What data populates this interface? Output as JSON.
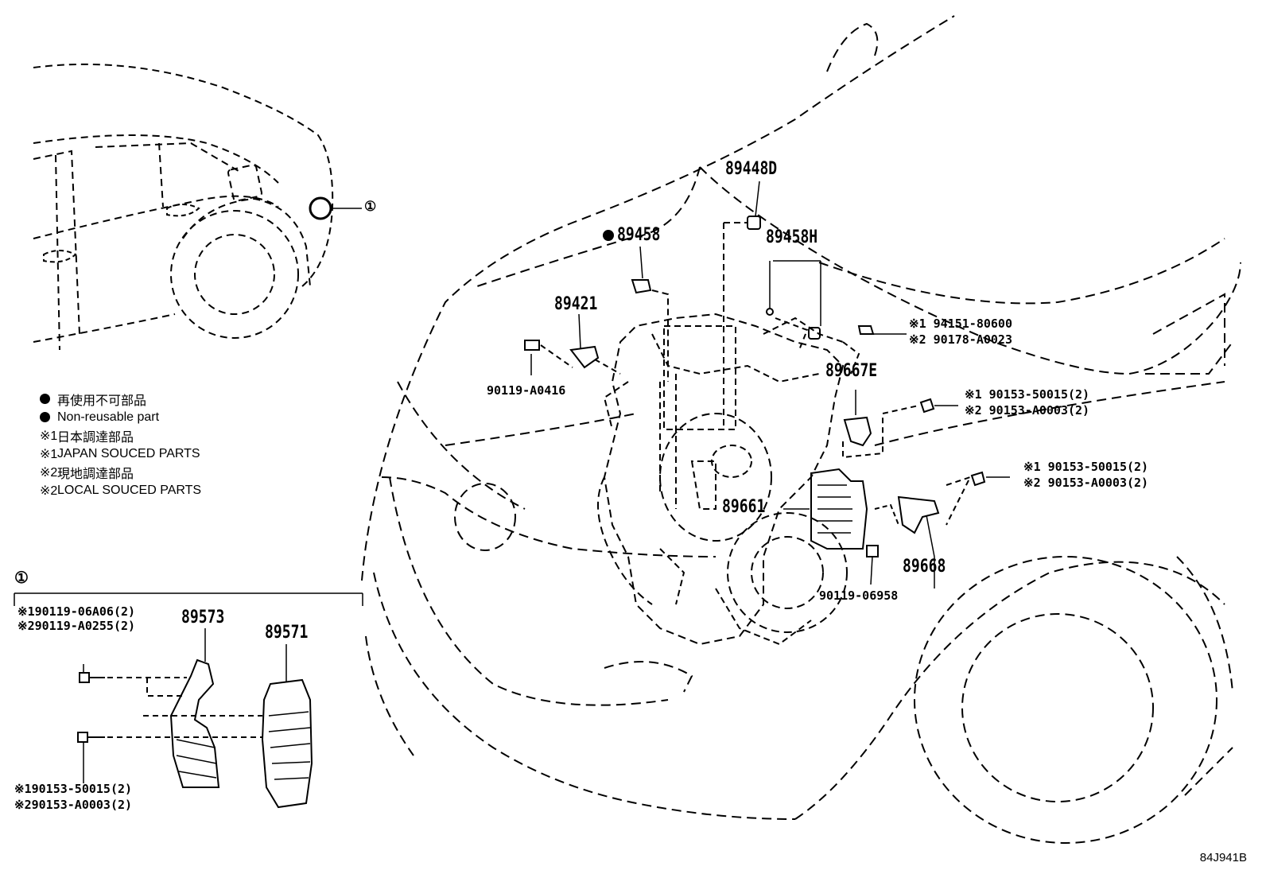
{
  "callout": "①",
  "section_marker": "①",
  "parts": {
    "p89448D": "89448D",
    "p89458": "89458",
    "p89458H": "89458H",
    "p89421": "89421",
    "p90119A0416": "90119-A0416",
    "p89667E": "89667E",
    "p89661": "89661",
    "p89668": "89668",
    "p9011906958": "90119-06958",
    "p89573": "89573",
    "p89571": "89571"
  },
  "alt_parts": {
    "a1_line1": "※1 94151-80600",
    "a1_line2": "※2 90178-A0023",
    "a2_line1": "※1 90153-50015(2)",
    "a2_line2": "※2 90153-A0003(2)",
    "a3_line1": "※1 90153-50015(2)",
    "a3_line2": "※2 90153-A0003(2)",
    "b1_line1": "※190119-06A06(2)",
    "b1_line2": "※290119-A0255(2)",
    "b2_line1": "※190153-50015(2)",
    "b2_line2": "※290153-A0003(2)"
  },
  "legend": {
    "jp_nonreuse": "再使用不可部品",
    "en_nonreuse": "Non-reusable part",
    "m1": "※1",
    "jp_japan": "日本調達部品",
    "en_japan": "JAPAN SOUCED PARTS",
    "m2": "※2",
    "jp_local": "現地調達部品",
    "en_local": "LOCAL SOUCED PARTS"
  },
  "ref_code": "84J941B"
}
